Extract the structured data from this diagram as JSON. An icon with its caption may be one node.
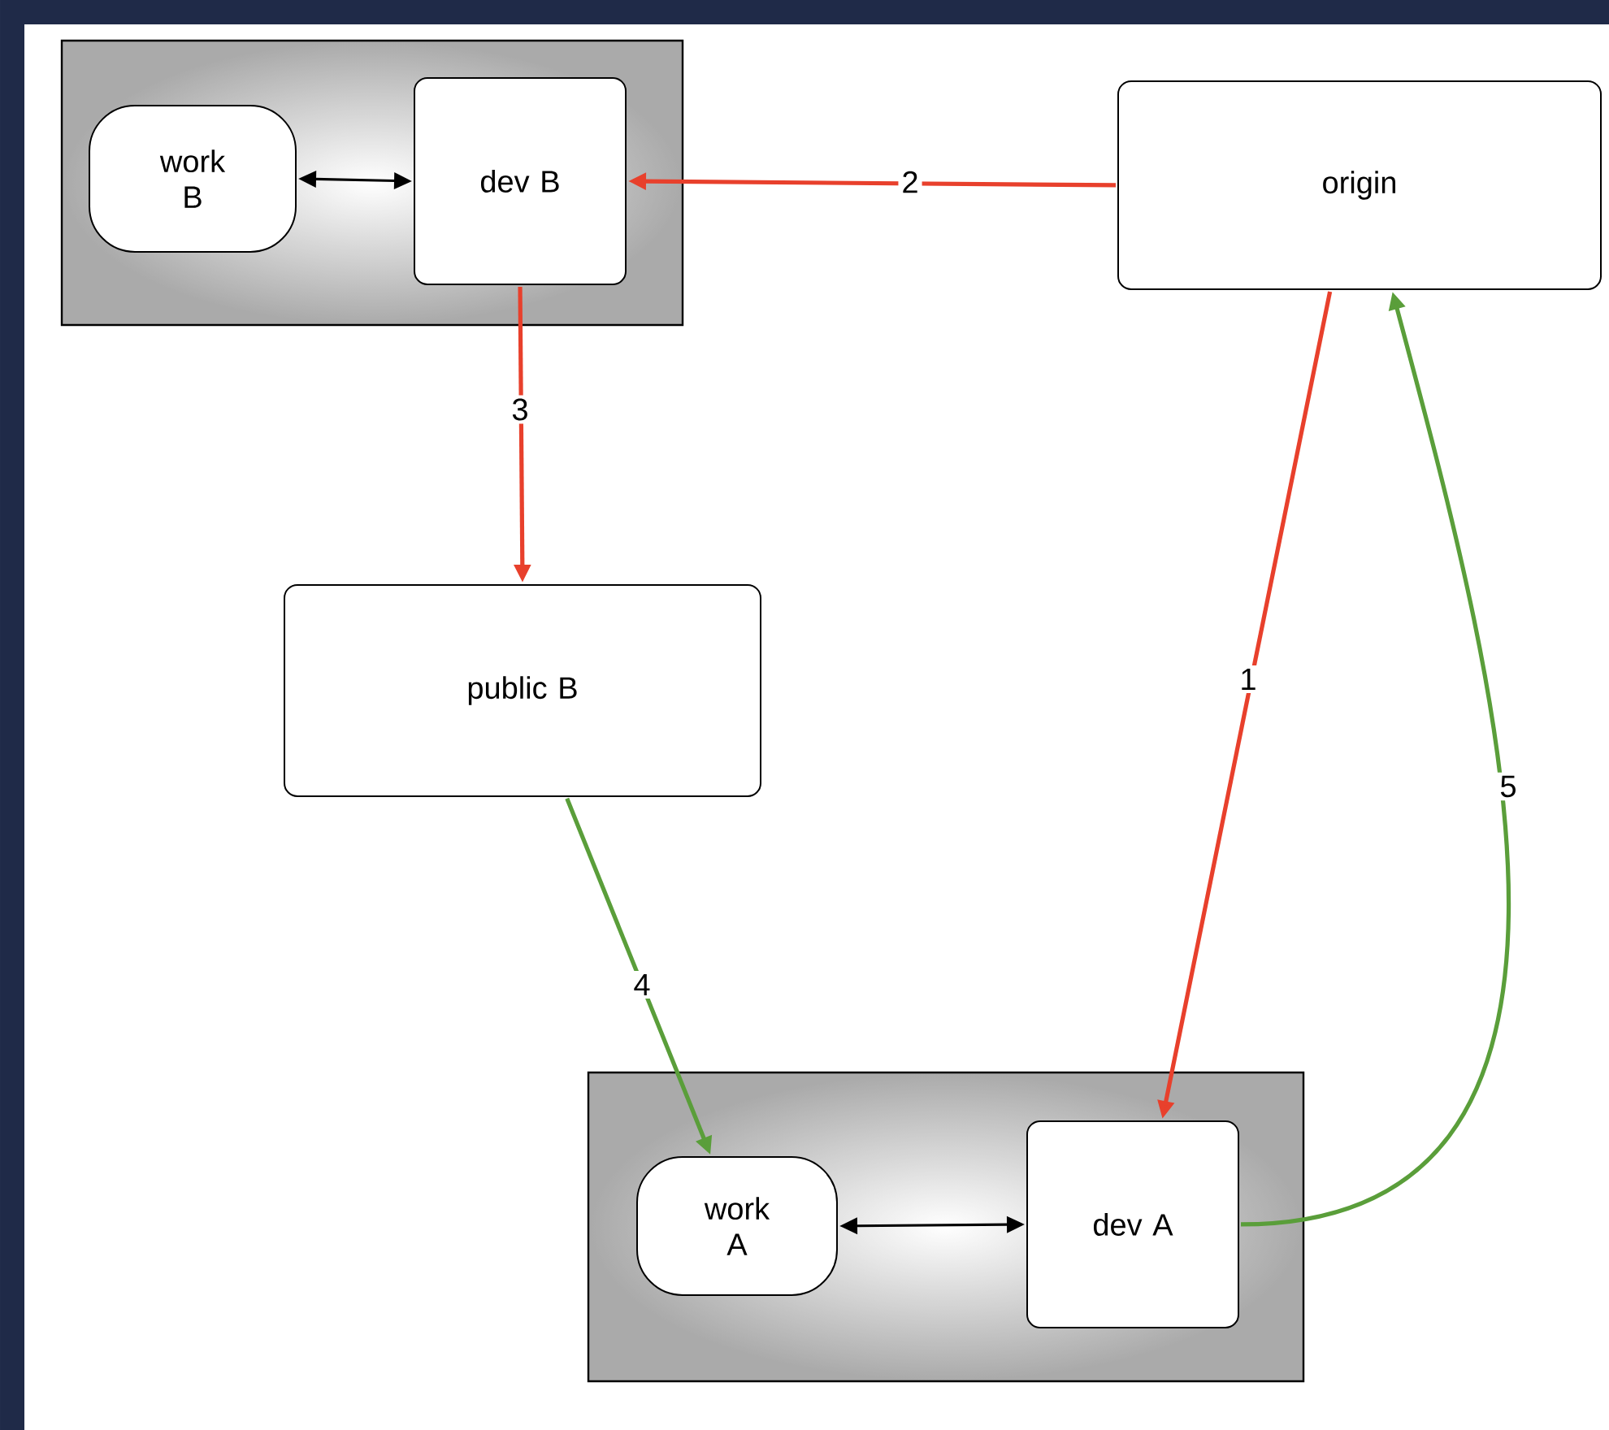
{
  "diagram": {
    "nodes": [
      {
        "text": [],
        "shape": "box"
      },
      {
        "text": [
          "work B"
        ],
        "in": 0
      },
      {
        "text": [
          "dev B"
        ],
        "in": 0
      },
      {
        "text": [
          "origin"
        ]
      },
      {
        "text": [
          "public B"
        ]
      },
      {
        "text": [],
        "shape": "box"
      },
      {
        "text": [
          "work A"
        ],
        "in": 5
      },
      {
        "text": [
          "dev A"
        ],
        "in": 5
      }
    ],
    "edges": [
      {
        "from": 1,
        "to": 2,
        "arrow": "both",
        "color": "#000000"
      },
      {
        "from": 3,
        "to": 2,
        "arrow": "to",
        "label": "2",
        "color": "#e8402c"
      },
      {
        "from": 2,
        "to": 4,
        "arrow": "to",
        "label": "3",
        "color": "#e8402c"
      },
      {
        "from": 3,
        "to": 7,
        "arrow": "to",
        "label": "1",
        "color": "#e8402c"
      },
      {
        "from": 4,
        "to": 6,
        "arrow": "to",
        "label": "4",
        "color": "#5a9e3a"
      },
      {
        "from": 6,
        "to": 7,
        "arrow": "both",
        "color": "#000000"
      },
      {
        "from": 7,
        "to": 3,
        "arrow": "to",
        "label": "5",
        "color": "#5a9e3a"
      }
    ]
  }
}
